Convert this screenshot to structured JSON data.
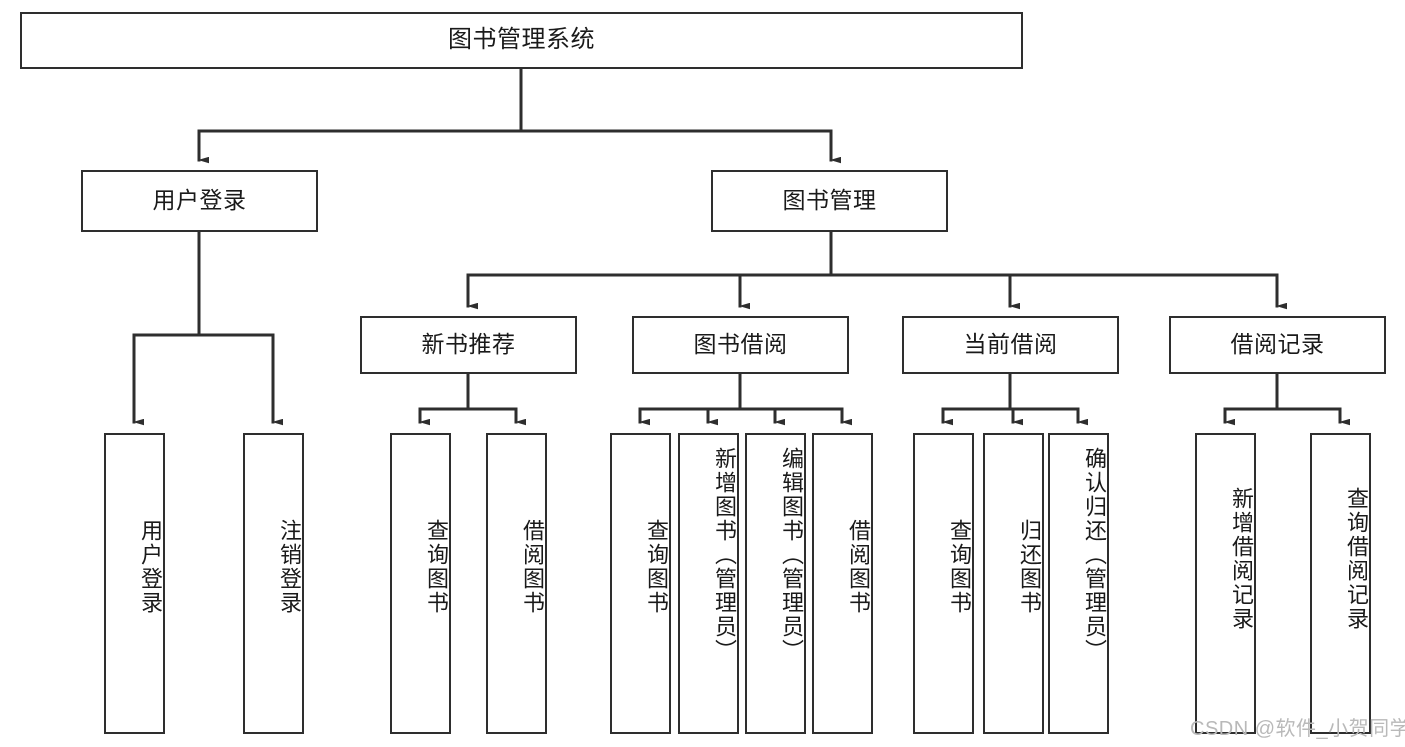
{
  "diagram": {
    "type": "tree",
    "title": "图书管理系统",
    "root": {
      "label": "图书管理系统"
    },
    "level2": [
      {
        "label": "用户登录"
      },
      {
        "label": "图书管理"
      }
    ],
    "level3": [
      {
        "label": "新书推荐",
        "parent": "图书管理"
      },
      {
        "label": "图书借阅",
        "parent": "图书管理"
      },
      {
        "label": "当前借阅",
        "parent": "图书管理"
      },
      {
        "label": "借阅记录",
        "parent": "图书管理"
      }
    ],
    "leaves": [
      {
        "label": "用户登录",
        "parent": "用户登录"
      },
      {
        "label": "注销登录",
        "parent": "用户登录"
      },
      {
        "label": "查询图书",
        "parent": "新书推荐"
      },
      {
        "label": "借阅图书",
        "parent": "新书推荐"
      },
      {
        "label": "查询图书",
        "parent": "图书借阅"
      },
      {
        "label": "新增图书（管理员）",
        "parent": "图书借阅"
      },
      {
        "label": "编辑图书（管理员）",
        "parent": "图书借阅"
      },
      {
        "label": "借阅图书",
        "parent": "图书借阅"
      },
      {
        "label": "查询图书",
        "parent": "当前借阅"
      },
      {
        "label": "归还图书",
        "parent": "当前借阅"
      },
      {
        "label": "确认归还（管理员）",
        "parent": "当前借阅"
      },
      {
        "label": "新增借阅记录",
        "parent": "借阅记录"
      },
      {
        "label": "查询借阅记录",
        "parent": "借阅记录"
      }
    ]
  },
  "watermark": {
    "text": "CSDN @软件_小贺同学"
  },
  "colors": {
    "stroke": "#2e2e2e",
    "background": "#ffffff",
    "text": "#1a1a1a",
    "watermark": "#b9b9b9"
  }
}
